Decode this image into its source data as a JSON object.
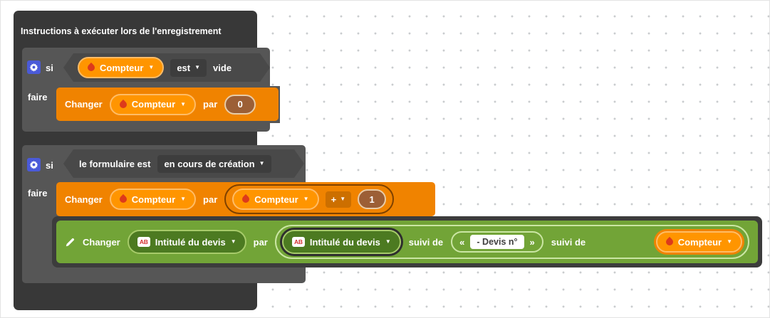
{
  "colors": {
    "grid-dot": "#c9ccce",
    "container": "#383838",
    "if-gray": "#565656",
    "hex-gray": "#494949",
    "dropdown-gray": "#3d3d3d",
    "backdrop": "#3c3c3c",
    "orange-block": "#F08300",
    "orange-pill": "#FF9500",
    "orange-pill-border": "#FFBC66",
    "expr-orange-border": "#7E4100",
    "green-block": "#72A437",
    "green-pill": "#4C7A21",
    "green-pill-border": "#A7CB6A",
    "expr-green-border": "#CBE6A4",
    "brown-field": "#9C5F36",
    "brown-border": "#E8CCA8",
    "gear-bg": "#4A5AD8",
    "flame": "#DD3A1B"
  },
  "icons": {
    "caret": "▼",
    "ab": "AB"
  },
  "container": {
    "title": "Instructions à exécuter lors de l'enregistrement"
  },
  "keywords": {
    "if": "si",
    "do": "faire",
    "change": "Changer",
    "by": "par"
  },
  "variables": {
    "counter": "Compteur",
    "title": "Intitulé du devis"
  },
  "if1": {
    "operator": "est",
    "value": "vide",
    "assign_value": "0"
  },
  "if2": {
    "subject": "le formulaire est",
    "state": "en cours de création",
    "operator": "+",
    "increment": "1"
  },
  "title_action": {
    "join": "suivi de",
    "quote_open": "«",
    "quote_close": "»",
    "text": "- Devis n°"
  }
}
